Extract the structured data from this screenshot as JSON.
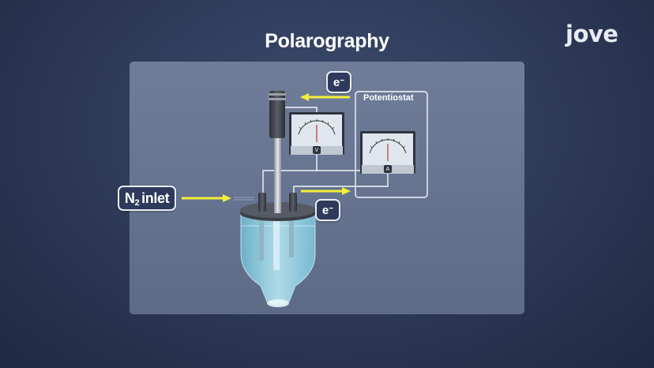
{
  "title": "Polarography",
  "logo": "jove",
  "labels": {
    "n2_main": "N",
    "n2_sub": "2",
    "n2_rest": "inlet",
    "electron_top": "e",
    "electron_bottom": "e",
    "electron_charge": "−",
    "potentiostat": "Potentiostat",
    "voltmeter_unit": "V",
    "ammeter_unit": "A"
  },
  "colors": {
    "background": "#2c3856",
    "panel": "#66758f",
    "arrow": "#f2ef3a",
    "liquid": "#9ed6ea",
    "wire": "#f4f6fa"
  }
}
